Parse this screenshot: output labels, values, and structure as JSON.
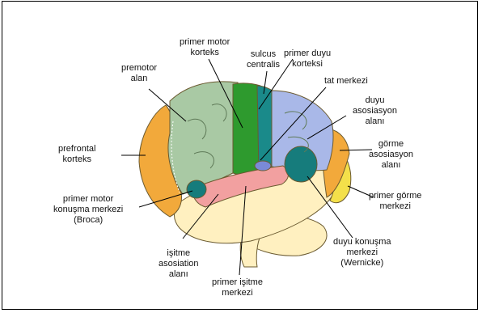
{
  "labels": {
    "primer_motor_korteks": [
      "primer motor",
      "korteks"
    ],
    "sulcus_centralis": [
      "sulcus",
      "centralis"
    ],
    "primer_duyu_korteksi": [
      "primer duyu",
      "korteksi"
    ],
    "premotor_alan": [
      "premotor",
      "alan"
    ],
    "tat_merkezi": [
      "tat merkezi"
    ],
    "duyu_asosiasyon_alani": [
      "duyu",
      "asosiasyon",
      "alanı"
    ],
    "prefrontal_korteks": [
      "prefrontal",
      "korteks"
    ],
    "gorme_asosiasyon_alani": [
      "görme",
      "asosiasyon",
      "alanı"
    ],
    "primer_motor_konusma_merkezi": [
      "primer motor",
      "konuşma merkezi",
      "(Broca)"
    ],
    "primer_gorme_merkezi": [
      "primer görme",
      "merkezi"
    ],
    "duyu_konusma_merkezi": [
      "duyu konuşma",
      "merkezi",
      "(Wernicke)"
    ],
    "isitme_asosiation_alani": [
      "işitme",
      "asosiation",
      "alanı"
    ],
    "primer_isitme_merkezi": [
      "primer işitme",
      "merkezi"
    ]
  },
  "colors": {
    "prefrontal": "#f2a93b",
    "premotor": "#a9c9a4",
    "motor": "#2e9a2e",
    "sulcus": "#1a8a8a",
    "sensory": "#a9b8e8",
    "visual_assoc": "#f2a93b",
    "visual_primary": "#f4e04a",
    "temporal": "#fff0c0",
    "auditory": "#f2a0a0",
    "wernicke": "#167c7c",
    "cerebellum": "#fff0c0"
  }
}
